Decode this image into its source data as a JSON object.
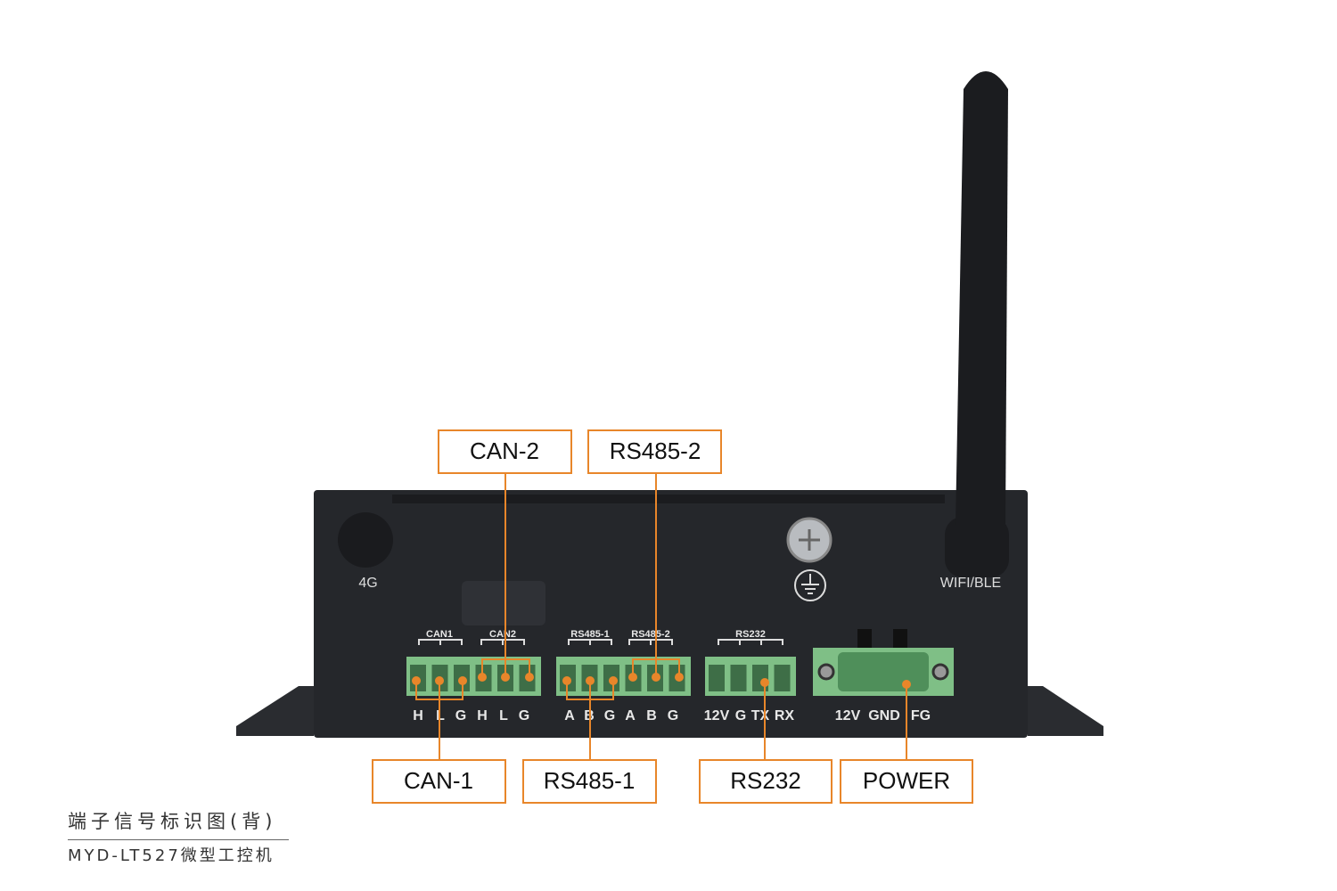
{
  "callouts": {
    "can2": "CAN-2",
    "rs485_2": "RS485-2",
    "can1": "CAN-1",
    "rs485_1": "RS485-1",
    "rs232": "RS232",
    "power": "POWER"
  },
  "device_labels": {
    "lte": "4G",
    "wifi": "WIFI/BLE",
    "can1": "CAN1",
    "can2": "CAN2",
    "rs485_1": "RS485-1",
    "rs485_2": "RS485-2",
    "rs232": "RS232"
  },
  "pins": {
    "can": [
      "H",
      "L",
      "G",
      "H",
      "L",
      "G"
    ],
    "rs485": [
      "A",
      "B",
      "G",
      "A",
      "B",
      "G"
    ],
    "rs232": [
      "12V",
      "G",
      "TX",
      "RX"
    ],
    "power": [
      "12V",
      "GND",
      "FG"
    ]
  },
  "caption": {
    "title": "端子信号标识图(背)",
    "subtitle": "MYD-LT527微型工控机"
  },
  "colors": {
    "accent": "#e8862a",
    "body": "#25272b",
    "terminal": "#7fbf86"
  }
}
